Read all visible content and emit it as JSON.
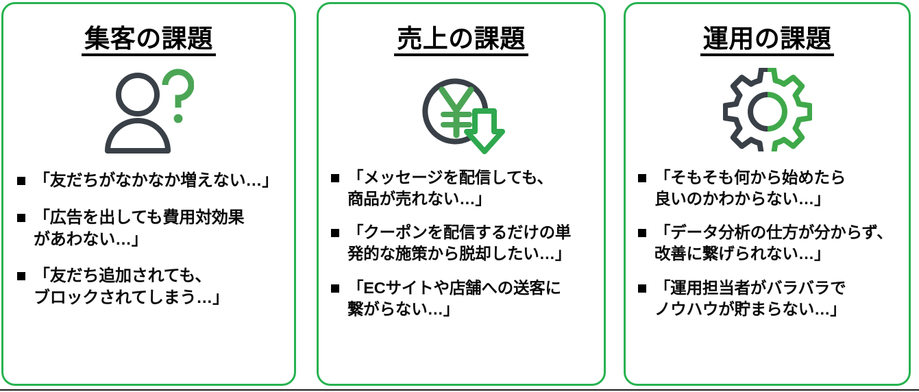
{
  "theme": {
    "border_green": "#27b24f",
    "icon_green": "#4ba555",
    "icon_gray": "#3a4047",
    "text_black": "#0a0a0a"
  },
  "cards": [
    {
      "title": "集客の課題",
      "icon": "person-question-icon",
      "bullets": [
        "「友だちがなかなか増えない…」",
        "「広告を出しても費用対効果\nがあわない…」",
        "「友だち追加されても、\nブロックされてしまう…」"
      ]
    },
    {
      "title": "売上の課題",
      "icon": "yen-down-arrow-icon",
      "bullets": [
        "「メッセージを配信しても、\n商品が売れない…」",
        "「クーポンを配信するだけの単\n発的な施策から脱却したい…」",
        "「ECサイトや店舗への送客に\n繋がらない…」"
      ]
    },
    {
      "title": "運用の課題",
      "icon": "gear-icon",
      "bullets": [
        "「そもそも何から始めたら\n良いのかわからない…」",
        "「データ分析の仕方が分からず、\n改善に繋げられない…」",
        "「運用担当者がバラバラで\nノウハウが貯まらない…」"
      ]
    }
  ]
}
